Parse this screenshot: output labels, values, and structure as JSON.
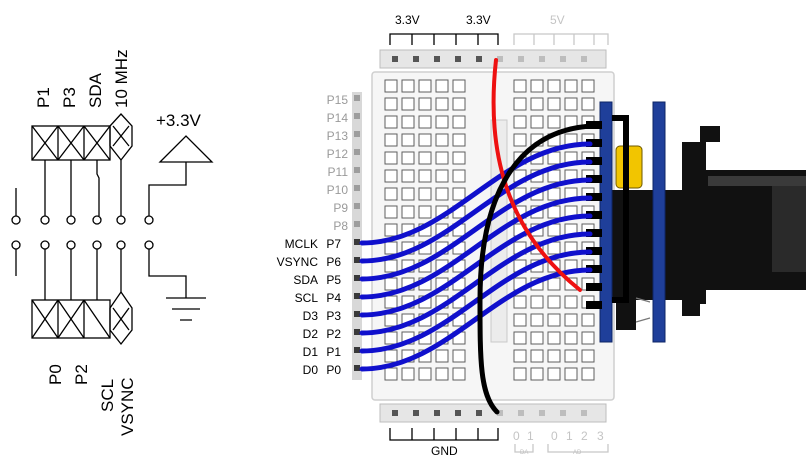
{
  "schematic": {
    "top_labels": [
      "P1",
      "P3",
      "SDA",
      "10 MHz"
    ],
    "bottom_labels": [
      "P0",
      "P2",
      "SCL",
      "VSYNC"
    ],
    "power_label": "+3.3V"
  },
  "breadboard": {
    "top_rail_labels": [
      "3.3V",
      "3.3V",
      "5V"
    ],
    "bottom_rail_label": "GND",
    "bottom_small_labels": [
      "0",
      "1",
      "DA",
      "0",
      "1",
      "2",
      "3",
      "AD"
    ],
    "dim_pins": [
      "P15",
      "P14",
      "P13",
      "P12",
      "P11",
      "P10",
      "P9",
      "P8"
    ],
    "signal_names": [
      "MCLK",
      "VSYNC",
      "SDA",
      "SCL",
      "D3",
      "D2",
      "D1",
      "D0"
    ],
    "signal_pins": [
      "P7",
      "P6",
      "P5",
      "P4",
      "P3",
      "P2",
      "P1",
      "P0"
    ]
  },
  "colors": {
    "signal_wire": "#1010cc",
    "power_wire": "#ee1111",
    "ground_wire": "#000000",
    "module_board": "#1f3f9a",
    "lens": "#111111",
    "capacitor": "#f2c500"
  }
}
